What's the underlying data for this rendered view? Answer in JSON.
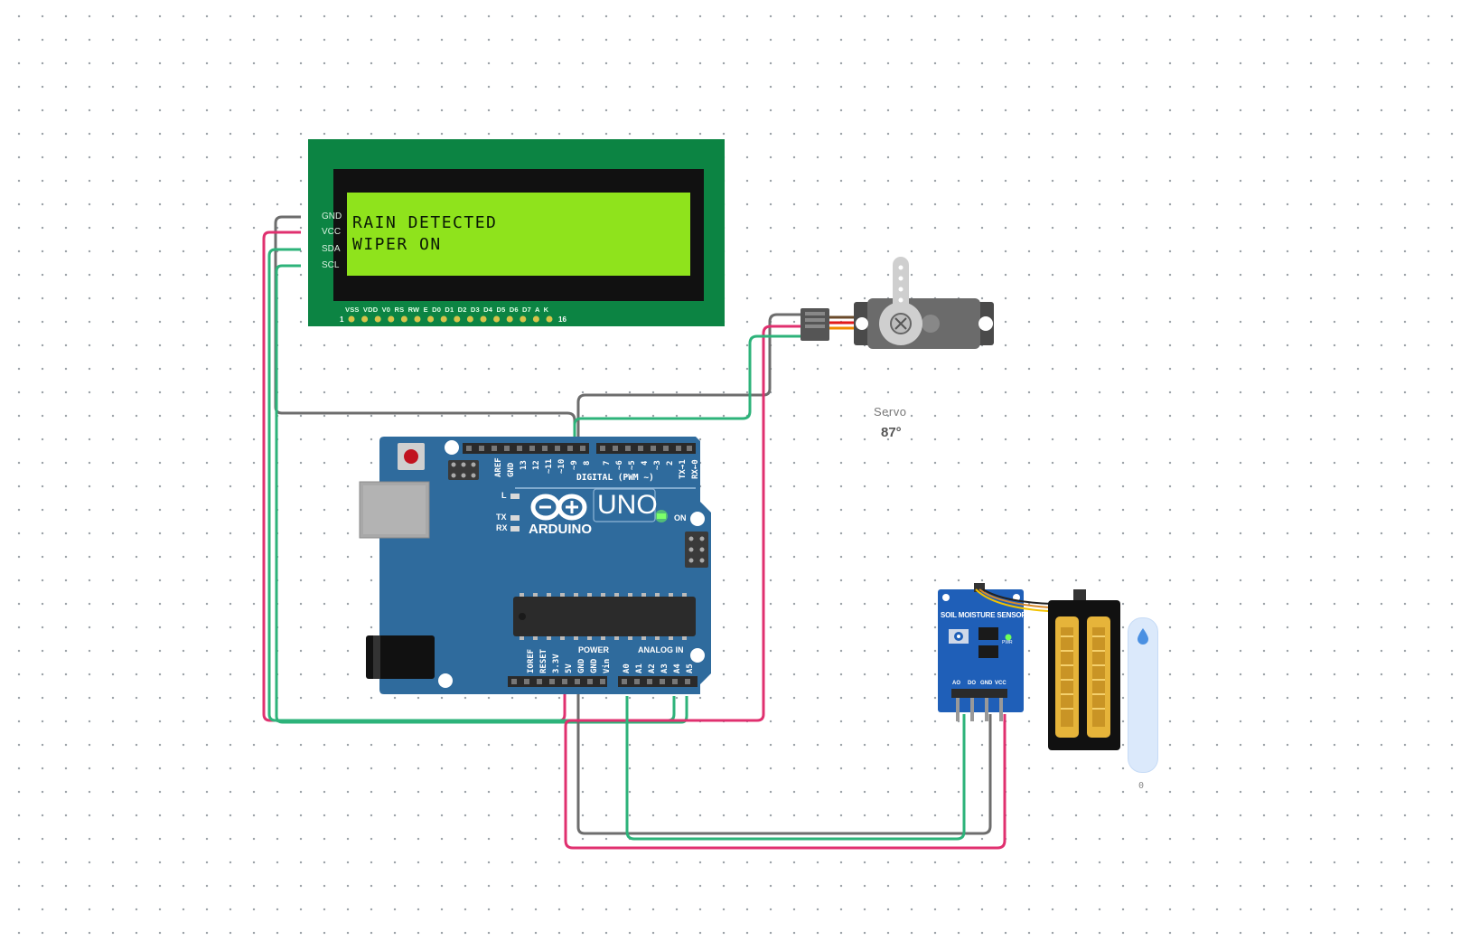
{
  "lcd": {
    "line1": "RAIN DETECTED",
    "line2": "WIPER ON",
    "pin_labels": [
      "GND",
      "VCC",
      "SDA",
      "SCL"
    ],
    "header_labels": "VSS VDD V0 RS RW E D0 D1 D2 D3 D4 D5 D6 D7 A K",
    "pin_first": "1",
    "pin_last": "16"
  },
  "servo": {
    "label": "Servo",
    "angle": "87°"
  },
  "arduino": {
    "brand": "ARDUINO",
    "model": "UNO",
    "on_label": "ON",
    "led_l": "L",
    "led_tx": "TX",
    "led_rx": "RX",
    "digital_label": "DIGITAL (PWM ~)",
    "power_label": "POWER",
    "analog_label": "ANALOG IN",
    "digital_pins": [
      "AREF",
      "GND",
      "13",
      "12",
      "~11",
      "~10",
      "~9",
      "8",
      "7",
      "~6",
      "~5",
      "4",
      "~3",
      "2",
      "TX→1",
      "RX←0"
    ],
    "power_pins": [
      "IOREF",
      "RESET",
      "3.3V",
      "5V",
      "GND",
      "GND",
      "Vin"
    ],
    "analog_pins": [
      "A0",
      "A1",
      "A2",
      "A3",
      "A4",
      "A5"
    ]
  },
  "sensor": {
    "title": "SOIL MOISTURE SENSOR",
    "pwr": "PWR",
    "pins": [
      "AO",
      "DO",
      "GND",
      "VCC"
    ]
  },
  "slider": {
    "value": "0",
    "icon": "water-drop-icon",
    "level": 0
  },
  "colors": {
    "wire_gray": "#6d6d6d",
    "wire_pink": "#e0306f",
    "wire_green": "#2db37a",
    "lcd_board": "#0c8443",
    "lcd_screen": "#8fe31c",
    "arduino_board": "#2f6b9d",
    "sensor_board": "#1f5fb8"
  }
}
